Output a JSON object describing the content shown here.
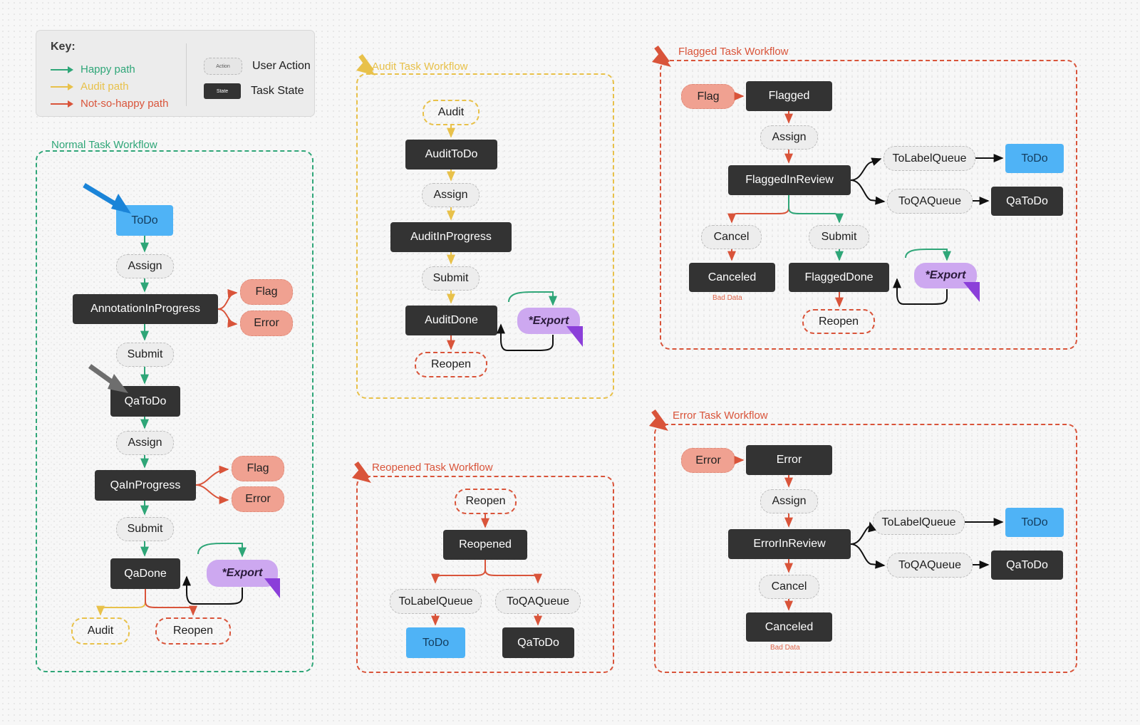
{
  "legend": {
    "title": "Key:",
    "paths": [
      {
        "label": "Happy path",
        "color": "#2fa678"
      },
      {
        "label": "Audit path",
        "color": "#e8c14a"
      },
      {
        "label": "Not-so-happy path",
        "color": "#d9543a"
      }
    ],
    "chips": [
      {
        "chip": "Action",
        "label": "User Action"
      },
      {
        "chip": "State",
        "label": "Task State"
      }
    ]
  },
  "colors": {
    "happy": "#2fa678",
    "audit": "#e8c14a",
    "unhappy": "#d9543a",
    "state": "#333333",
    "todo": "#4fb3f6",
    "salmon": "#f0a191",
    "export": "#cda8f0",
    "export_arrow": "#8b3fd9",
    "black": "#111111",
    "entry_blue": "#1b84d8",
    "entry_gray": "#6e6e6e",
    "canvas": "#f7f7f7"
  },
  "panels": {
    "normal": {
      "title": "Normal Task Workflow",
      "border": "#2fa678"
    },
    "audit": {
      "title": "Audit Task Workflow",
      "border": "#e8c14a"
    },
    "reopened": {
      "title": "Reopened Task Workflow",
      "border": "#d9543a"
    },
    "flagged": {
      "title": "Flagged Task Workflow",
      "border": "#d9543a"
    },
    "error": {
      "title": "Error Task Workflow",
      "border": "#d9543a"
    }
  },
  "normal": {
    "todo": "ToDo",
    "assign1": "Assign",
    "annotation_in_progress": "AnnotationInProgress",
    "flag1": "Flag",
    "error1": "Error",
    "submit1": "Submit",
    "qatodo": "QaToDo",
    "assign2": "Assign",
    "qa_in_progress": "QaInProgress",
    "flag2": "Flag",
    "error2": "Error",
    "submit2": "Submit",
    "qadone": "QaDone",
    "export": "*Export",
    "audit": "Audit",
    "reopen": "Reopen"
  },
  "audit": {
    "audit": "Audit",
    "audit_todo": "AuditToDo",
    "assign": "Assign",
    "audit_in_progress": "AuditInProgress",
    "submit": "Submit",
    "audit_done": "AuditDone",
    "export": "*Export",
    "reopen": "Reopen"
  },
  "reopened": {
    "reopen": "Reopen",
    "reopened": "Reopened",
    "to_label_queue": "ToLabelQueue",
    "to_qa_queue": "ToQAQueue",
    "todo": "ToDo",
    "qatodo": "QaToDo"
  },
  "flagged": {
    "flag_action": "Flag",
    "flagged": "Flagged",
    "assign": "Assign",
    "flagged_in_review": "FlaggedInReview",
    "to_label_queue": "ToLabelQueue",
    "todo": "ToDo",
    "to_qa_queue": "ToQAQueue",
    "qatodo": "QaToDo",
    "cancel": "Cancel",
    "submit": "Submit",
    "canceled": "Canceled",
    "bad_data": "Bad Data",
    "flagged_done": "FlaggedDone",
    "export": "*Export",
    "reopen": "Reopen"
  },
  "error": {
    "error_action": "Error",
    "error": "Error",
    "assign": "Assign",
    "error_in_review": "ErrorInReview",
    "to_label_queue": "ToLabelQueue",
    "todo": "ToDo",
    "to_qa_queue": "ToQAQueue",
    "qatodo": "QaToDo",
    "cancel": "Cancel",
    "canceled": "Canceled",
    "bad_data": "Bad Data"
  }
}
